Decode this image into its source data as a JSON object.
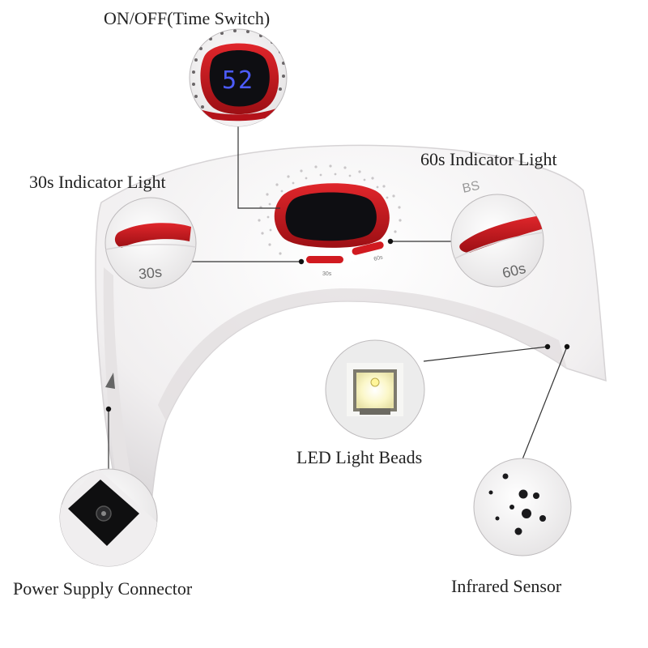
{
  "labels": {
    "on_off": "ON/OFF(Time Switch)",
    "indicator_30s": "30s Indicator Light",
    "indicator_60s": "60s Indicator Light",
    "led_beads": "LED Light Beads",
    "power_connector": "Power Supply Connector",
    "infrared_sensor": "Infrared Sensor"
  },
  "display": {
    "timer_readout": "52"
  },
  "buttons": {
    "btn_30s_text": "30s",
    "btn_60s_text": "60s",
    "small_30s_text": "30s",
    "small_60s_text": "60s"
  },
  "colors": {
    "accent_red": "#c0161c",
    "body_white": "#f4f2f3",
    "display_black": "#0e0e12"
  }
}
